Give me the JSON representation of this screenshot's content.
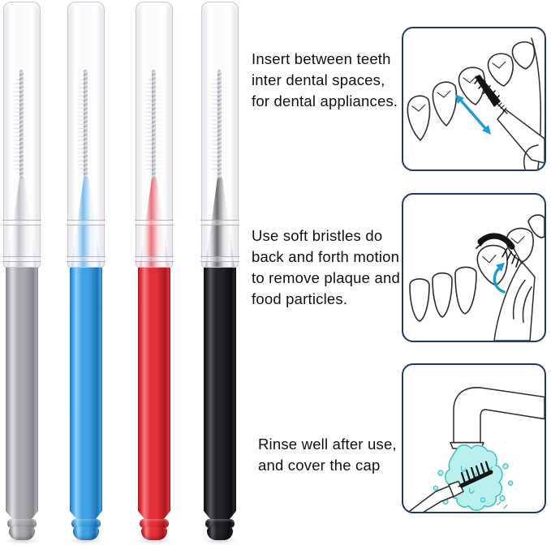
{
  "colors": {
    "panel_border": "#1e3a66",
    "arrow_blue": "#1b9cd6",
    "water_fill": "#b9efed",
    "water_line": "#3fc0c9",
    "ink": "#2d2d2d",
    "text": "#111111"
  },
  "brushes": [
    {
      "label": "gray interdental brush",
      "color": "#a9a9b0",
      "light": "#dddde3",
      "dark": "#85858d"
    },
    {
      "label": "blue interdental brush",
      "color": "#3fa2e4",
      "light": "#8fd0f6",
      "dark": "#1f72b4"
    },
    {
      "label": "red interdental brush",
      "color": "#e43038",
      "light": "#f47c82",
      "dark": "#a61a22"
    },
    {
      "label": "black interdental brush",
      "color": "#232327",
      "light": "#55555d",
      "dark": "#0d0d0f"
    }
  ],
  "instructions": [
    {
      "icon": "insert-between-teeth-diagram",
      "lines": [
        "Insert between teeth",
        "inter dental spaces,",
        "for dental appliances."
      ]
    },
    {
      "icon": "back-and-forth-motion-diagram",
      "lines": [
        "Use soft bristles do",
        "back and forth motion",
        "to remove plaque and",
        "food particles."
      ]
    },
    {
      "icon": "rinse-under-water-diagram",
      "lines": [
        "Rinse well after use,",
        "and cover the cap"
      ]
    }
  ]
}
